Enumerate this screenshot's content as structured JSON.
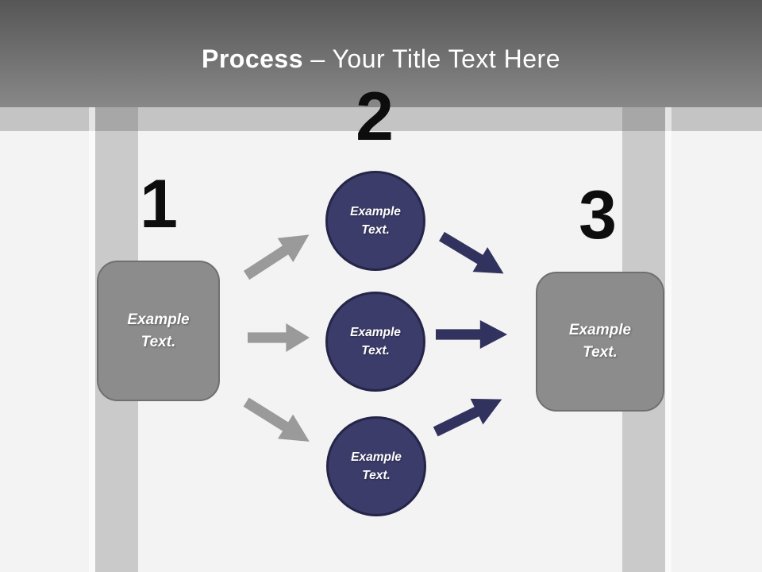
{
  "title": {
    "emphasis": "Process",
    "rest": " – Your Title Text Here"
  },
  "step_numbers": {
    "step1": "1",
    "step2": "2",
    "step3": "3"
  },
  "shapes": {
    "left_box_label": "Example\nText.",
    "right_box_label": "Example\nText.",
    "circle1_label": "Example\nText.",
    "circle2_label": "Example\nText.",
    "circle3_label": "Example\nText."
  },
  "icons": {
    "gray_arrows": [
      "arrow-up-right-icon",
      "arrow-right-icon",
      "arrow-down-right-icon"
    ],
    "navy_arrows": [
      "arrow-down-right-icon",
      "arrow-right-icon",
      "arrow-up-right-icon"
    ]
  },
  "colors": {
    "background": "#f3f3f3",
    "header_top": "#565656",
    "header_bottom": "#888888",
    "band_light": "#c4c4c4",
    "box_fill": "#8c8c8c",
    "box_border": "#6f6f6f",
    "circle_fill": "#3c3c6b",
    "circle_border": "#252549",
    "arrow_gray": "#9a9a9a",
    "arrow_navy": "#32325f",
    "number_color": "#0d0d0d",
    "title_color": "#ffffff"
  }
}
